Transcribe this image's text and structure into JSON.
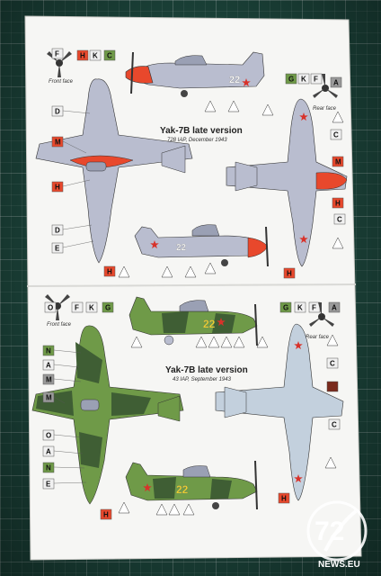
{
  "sheet1": {
    "title": "Yak-7B late version",
    "subtitle": "728 IAP, December 1943",
    "front_face_label": "Front face",
    "rear_face_label": "Rear face",
    "front_codes": [
      "F",
      "H",
      "K",
      "C"
    ],
    "rear_codes": [
      "G",
      "K",
      "F",
      "A"
    ],
    "left_codes": [
      "D",
      "M",
      "H",
      "D",
      "E",
      "H"
    ],
    "right_codes": [
      "C",
      "M",
      "H",
      "C",
      "H"
    ],
    "tail_number": "22"
  },
  "sheet2": {
    "title": "Yak-7B late version",
    "subtitle": "43 IAP, September 1943",
    "front_face_label": "Front face",
    "rear_face_label": "Rear face",
    "front_codes": [
      "O",
      "F",
      "K",
      "G"
    ],
    "rear_codes": [
      "G",
      "K",
      "F",
      "A"
    ],
    "left_codes": [
      "N",
      "A",
      "M",
      "M",
      "O",
      "A",
      "N",
      "E",
      "H"
    ],
    "right_codes": [
      "C",
      "C",
      "H"
    ],
    "tail_number": "22"
  },
  "logo": {
    "number": "72",
    "site": "NEWS.EU"
  },
  "colors": {
    "light_grey": "#b9bdcf",
    "red_nose": "#e8482c",
    "green": "#6f9a48",
    "dark_green": "#3f5e34",
    "yellow": "#f2d72a",
    "star_red": "#d8322a"
  }
}
